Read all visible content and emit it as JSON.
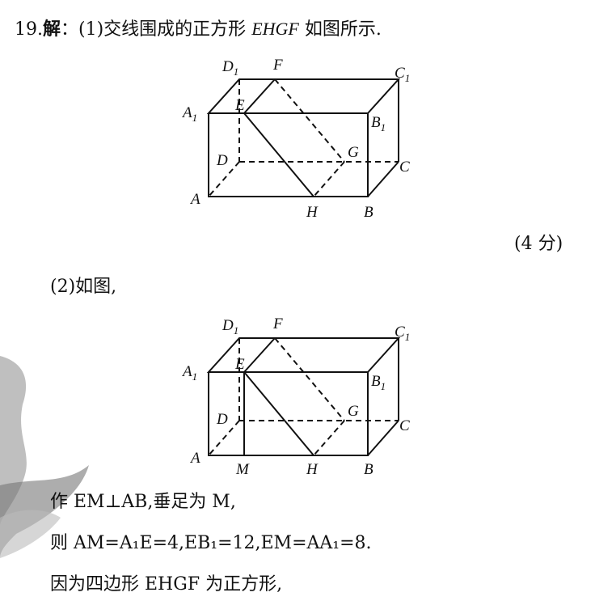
{
  "header": {
    "number": "19.",
    "solve": "解",
    "part1": "：(1)交线围成的正方形",
    "square_name": "EHGF",
    "suffix": "如图所示."
  },
  "score": "(4 分)",
  "part2_intro": "(2)如图,",
  "figure1": {
    "labels": {
      "A": "A",
      "B": "B",
      "C": "C",
      "D": "D",
      "A1": "A",
      "B1": "B",
      "C1": "C",
      "D1": "D",
      "E": "E",
      "F": "F",
      "G": "G",
      "H": "H",
      "sub": "1"
    }
  },
  "figure2": {
    "labels": {
      "A": "A",
      "B": "B",
      "C": "C",
      "D": "D",
      "A1": "A",
      "B1": "B",
      "C1": "C",
      "D1": "D",
      "E": "E",
      "F": "F",
      "G": "G",
      "H": "H",
      "M": "M",
      "sub": "1"
    }
  },
  "step1": "作 EM⊥AB,垂足为 M,",
  "step2": "则 AM=A₁E=4,EB₁=12,EM=AA₁=8.",
  "step3": "因为四边形 EHGF 为正方形,",
  "colors": {
    "ink": "#111111",
    "background": "#ffffff",
    "stain": "#6a6a6a"
  }
}
